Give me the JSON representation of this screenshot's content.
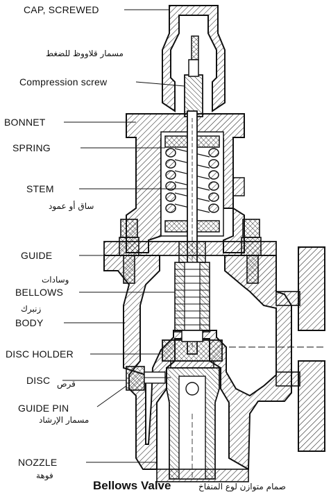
{
  "labels": {
    "cap": "CAP, SCREWED",
    "compression_screw_ar": "مسمار قلاووظ للضغط",
    "compression_screw": "Compression screw",
    "bonnet": "BONNET",
    "spring": "SPRING",
    "stem": "STEM",
    "stem_ar": "ساق أو عمود",
    "guide": "GUIDE",
    "bellows_ar": "وسادات",
    "bellows": "BELLOWS",
    "body_ar": "زنبرك",
    "body": "BODY",
    "disc_holder": "DISC HOLDER",
    "disc": "DISC",
    "disc_ar": "قرص",
    "guide_pin": "GUIDE PIN",
    "guide_pin_ar": "مسمار الإرشاد",
    "nozzle": "NOZZLE",
    "nozzle_ar": "فوهة"
  },
  "title": "Bellows Valve",
  "title_ar": "صمام متوازن  لوع المنفاخ",
  "colors": {
    "ink": "#111111",
    "hatch": "#222222",
    "paper": "#ffffff"
  }
}
